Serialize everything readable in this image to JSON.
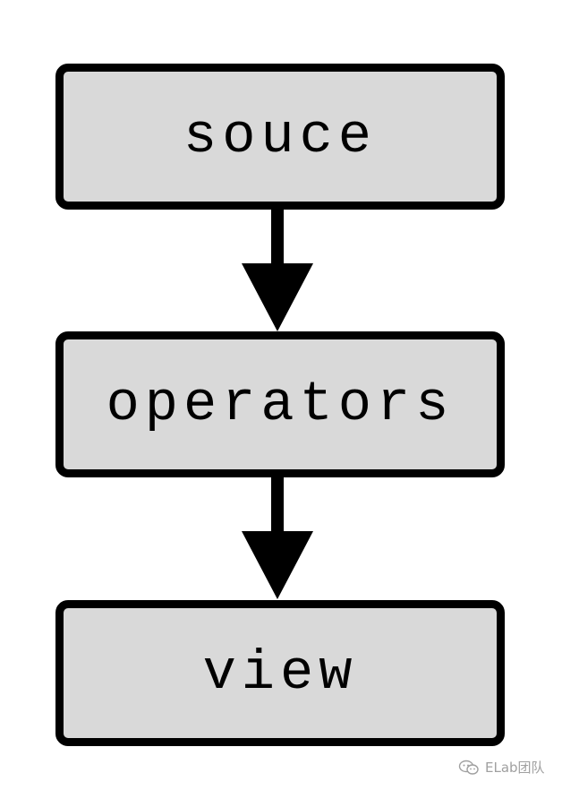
{
  "diagram": {
    "nodes": [
      {
        "label": "souce"
      },
      {
        "label": "operators"
      },
      {
        "label": "view"
      }
    ],
    "edges": [
      {
        "from": "souce",
        "to": "operators"
      },
      {
        "from": "operators",
        "to": "view"
      }
    ],
    "colors": {
      "node_fill": "#d9d9d9",
      "stroke": "#000000",
      "watermark": "#a0a0a0"
    }
  },
  "watermark": {
    "icon": "wechat-icon",
    "text": "ELab团队"
  }
}
